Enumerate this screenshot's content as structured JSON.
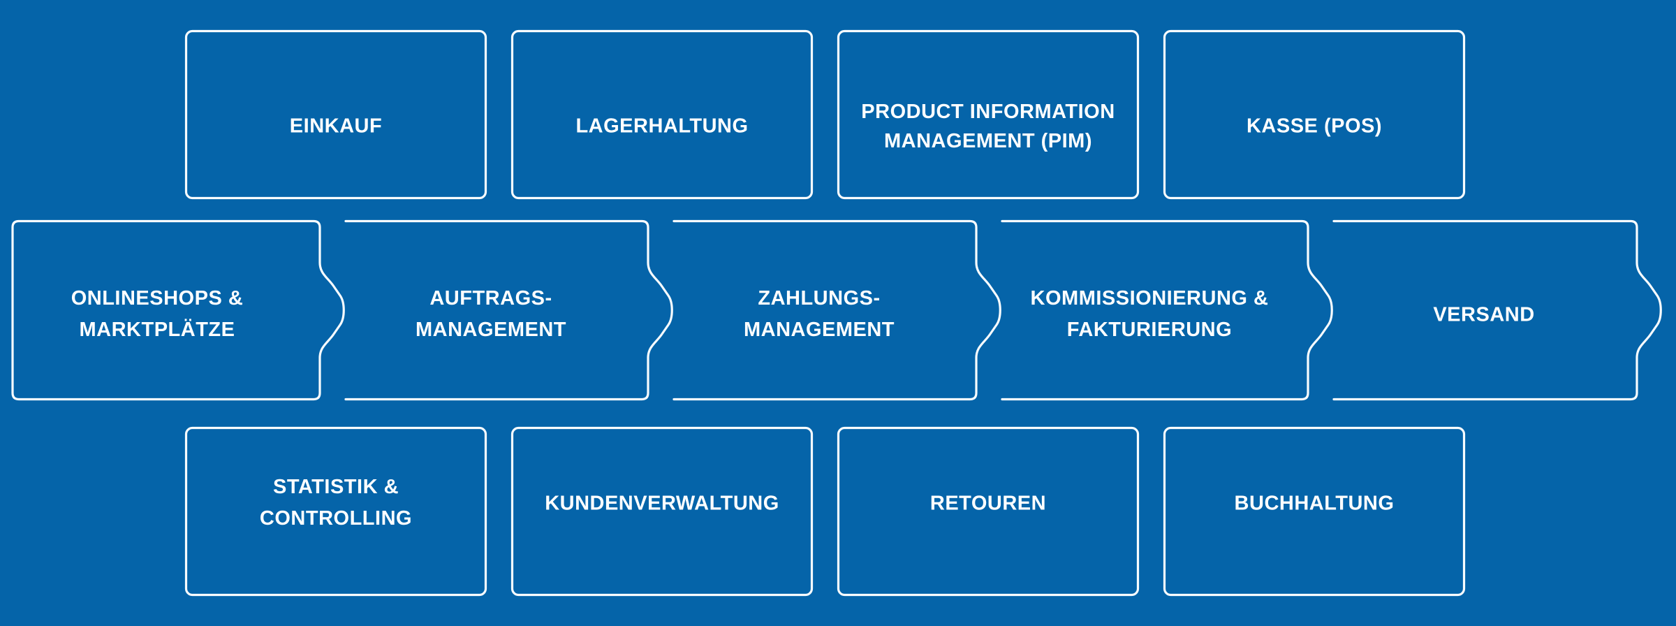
{
  "colors": {
    "background": "#0564A9",
    "line": "#F8FCFF",
    "text": "#FFFFFF"
  },
  "diagram": {
    "title": "ERP e-commerce process diagram",
    "top_row": [
      {
        "label": "EINKAUF"
      },
      {
        "label": "LAGERHALTUNG"
      },
      {
        "label": "PRODUCT INFORMATION\nMANAGEMENT (PIM)"
      },
      {
        "label": "KASSE (POS)"
      }
    ],
    "process_row": [
      {
        "label": "ONLINESHOPS &\nMARKTPLÄTZE"
      },
      {
        "label": "AUFTRAGS-\nMANAGEMENT"
      },
      {
        "label": "ZAHLUNGS-\nMANAGEMENT"
      },
      {
        "label": "KOMMISSIONIERUNG &\nFAKTURIERUNG"
      },
      {
        "label": "VERSAND"
      }
    ],
    "bottom_row": [
      {
        "label": "STATISTIK &\nCONTROLLING"
      },
      {
        "label": "KUNDENVERWALTUNG"
      },
      {
        "label": "RETOUREN"
      },
      {
        "label": "BUCHHALTUNG"
      }
    ]
  }
}
